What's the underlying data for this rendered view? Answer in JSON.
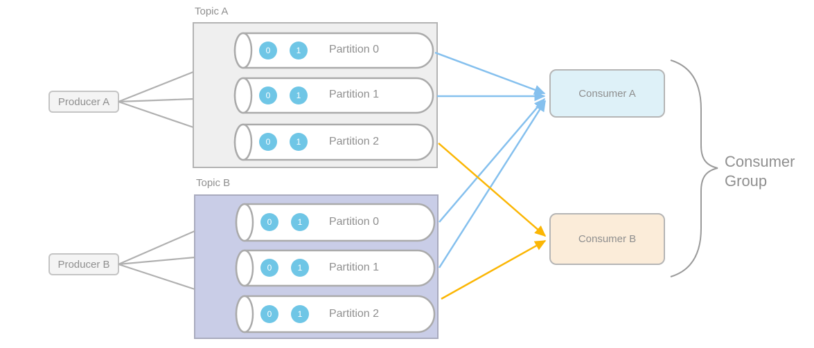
{
  "diagram": {
    "producers": [
      {
        "label": "Producer A"
      },
      {
        "label": "Producer B"
      }
    ],
    "topics": [
      {
        "label": "Topic A",
        "fill": "#efefef",
        "partitions": [
          {
            "label": "Partition 0",
            "offsets": [
              "0",
              "1"
            ]
          },
          {
            "label": "Partition 1",
            "offsets": [
              "0",
              "1"
            ]
          },
          {
            "label": "Partition 2",
            "offsets": [
              "0",
              "1"
            ]
          }
        ]
      },
      {
        "label": "Topic B",
        "fill": "#c9cde7",
        "partitions": [
          {
            "label": "Partition 0",
            "offsets": [
              "0",
              "1"
            ]
          },
          {
            "label": "Partition 1",
            "offsets": [
              "0",
              "1"
            ]
          },
          {
            "label": "Partition 2",
            "offsets": [
              "0",
              "1"
            ]
          }
        ]
      }
    ],
    "consumers": [
      {
        "label": "Consumer A",
        "fill": "#def1f8"
      },
      {
        "label": "Consumer B",
        "fill": "#fbecd9"
      }
    ],
    "group_label": "Consumer Group",
    "colors": {
      "arrow_blue": "#85c0ee",
      "arrow_yellow": "#fbb604",
      "connector_gray": "#b0b0b0",
      "offset_badge": "#6fc6e6",
      "cylinder_stroke": "#aaaaaa",
      "label_text": "#8f8f8f"
    },
    "connections": [
      {
        "from": "topic-a-partition-0",
        "to": "consumer-a",
        "color": "blue"
      },
      {
        "from": "topic-a-partition-1",
        "to": "consumer-a",
        "color": "blue"
      },
      {
        "from": "topic-a-partition-2",
        "to": "consumer-b",
        "color": "yellow"
      },
      {
        "from": "topic-b-partition-0",
        "to": "consumer-a",
        "color": "blue"
      },
      {
        "from": "topic-b-partition-1",
        "to": "consumer-a",
        "color": "blue"
      },
      {
        "from": "topic-b-partition-2",
        "to": "consumer-b",
        "color": "yellow"
      }
    ]
  }
}
